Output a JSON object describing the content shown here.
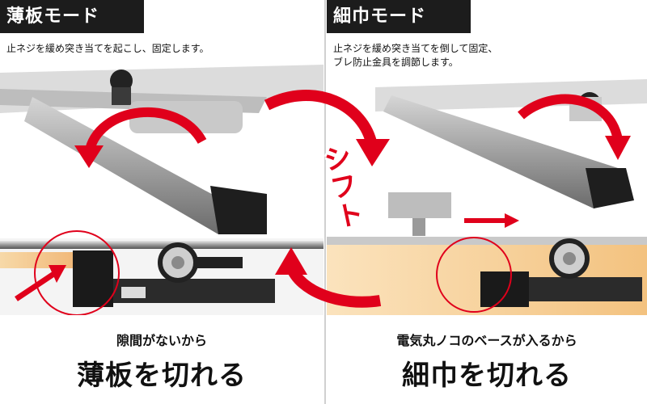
{
  "left": {
    "mode_label": "薄板モード",
    "description": "止ネジを緩め突き当てを起こし、固定します。",
    "caption_small": "隙間がないから",
    "caption_big": "薄板を切れる"
  },
  "right": {
    "mode_label": "細巾モード",
    "description_line1": "止ネジを緩め突き当てを倒して固定、",
    "description_line2": "ブレ防止金具を調節します。",
    "caption_small": "電気丸ノコのベースが入るから",
    "caption_big": "細巾を切れる"
  },
  "center": {
    "shift_text": "シフト"
  },
  "colors": {
    "accent": "#e0001b",
    "label_bg": "#1c1c1c",
    "wood": "#f2c98a"
  }
}
